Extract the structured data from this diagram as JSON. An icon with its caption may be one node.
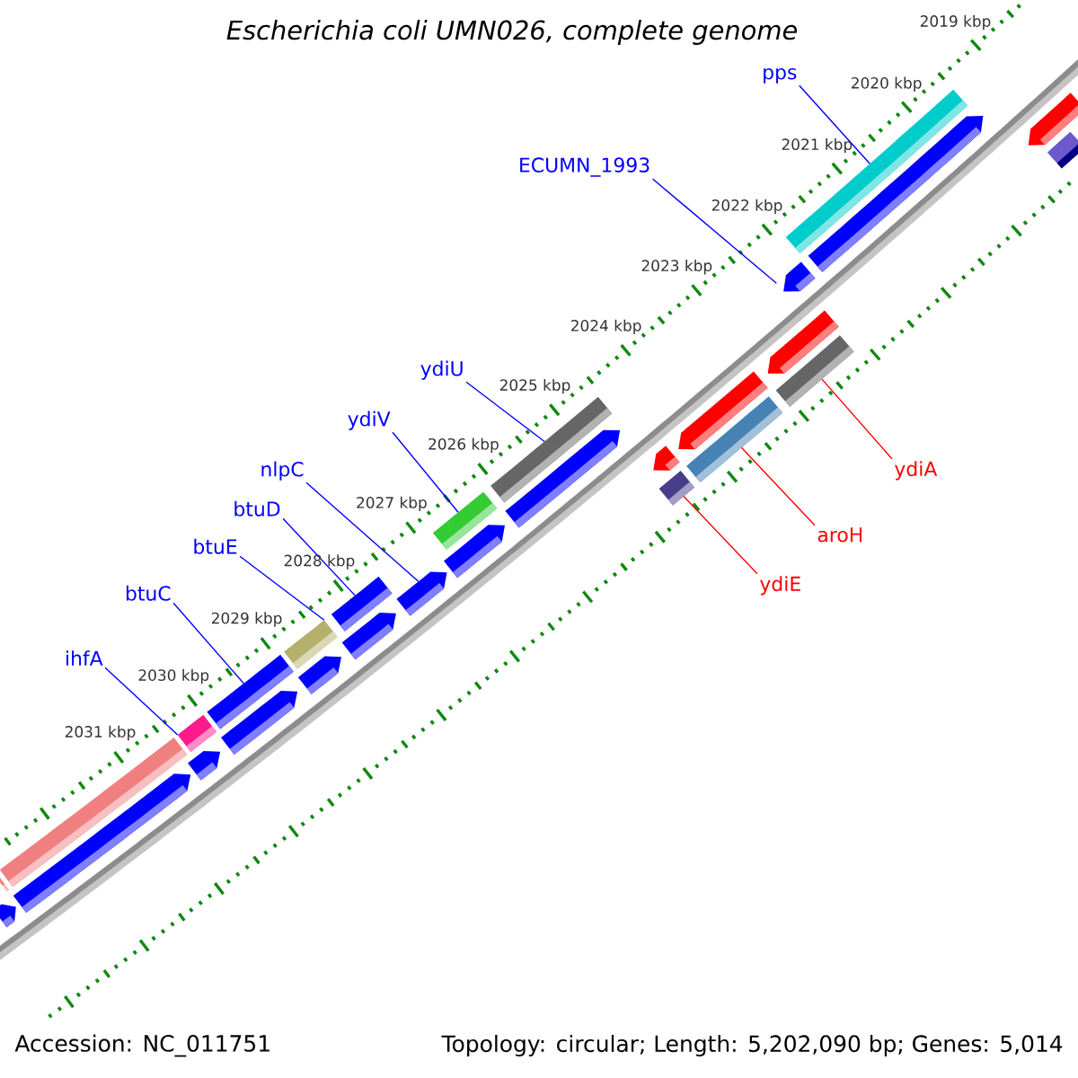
{
  "diagram": {
    "title": "Escherichia coli UMN026, complete genome",
    "nodes": [
      {
        "text": [
          "pps"
        ]
      },
      {
        "text": [
          "ECUMN_1993"
        ]
      },
      {
        "text": [
          "ydiU"
        ]
      },
      {
        "text": [
          "ydiV"
        ]
      },
      {
        "text": [
          "nlpC"
        ]
      },
      {
        "text": [
          "ydiA"
        ]
      },
      {
        "text": [
          "btuD"
        ]
      },
      {
        "text": [
          "aroH"
        ]
      },
      {
        "text": [
          "btuE"
        ]
      },
      {
        "text": [
          "ydiE"
        ]
      },
      {
        "text": [
          "btuC"
        ]
      },
      {
        "text": [
          "ihfA"
        ]
      },
      {
        "text": [],
        "shape": "bar"
      },
      {
        "text": [],
        "shape": "bar"
      },
      {
        "text": [],
        "shape": "bar"
      },
      {
        "text": [],
        "shape": "bar"
      },
      {
        "text": [],
        "shape": "bar"
      },
      {
        "text": [],
        "shape": "bar"
      },
      {
        "text": [],
        "shape": "bar"
      },
      {
        "text": [],
        "shape": "bar"
      },
      {
        "text": [],
        "shape": "bar"
      },
      {
        "text": [],
        "shape": "bar"
      },
      {
        "text": [],
        "shape": "bar"
      },
      {
        "text": [],
        "shape": "bar"
      },
      {
        "text": [],
        "shape": "bar"
      },
      {
        "text": [],
        "shape": "bar"
      },
      {
        "text": [],
        "shape": "bar"
      },
      {
        "text": [],
        "shape": "bar"
      },
      {
        "text": [],
        "shape": "bar"
      },
      {
        "text": [],
        "shape": "bar"
      },
      {
        "text": [],
        "shape": "bar"
      },
      {
        "text": [],
        "shape": "bar"
      },
      {
        "text": [],
        "shape": "bar"
      },
      {
        "text": [],
        "shape": "bar"
      },
      {
        "text": [],
        "shape": "bar"
      },
      {
        "text": [],
        "shape": "bar"
      },
      {
        "text": [],
        "shape": "bar"
      },
      {
        "text": [],
        "shape": "bar"
      },
      {
        "text": [],
        "shape": "bar"
      },
      {
        "text": [],
        "shape": "bar"
      }
    ],
    "edges": [
      {
        "from": 0,
        "to": 14,
        "arrow": "none"
      },
      {
        "from": 1,
        "to": 16,
        "arrow": "none"
      },
      {
        "from": 2,
        "to": 23,
        "arrow": "none"
      },
      {
        "from": 3,
        "to": 25,
        "arrow": "none"
      },
      {
        "from": 4,
        "to": 27,
        "arrow": "none"
      },
      {
        "from": 5,
        "to": 18,
        "arrow": "none",
        "color": "#ff0000"
      },
      {
        "from": 6,
        "to": 28,
        "arrow": "none"
      },
      {
        "from": 7,
        "to": 20,
        "arrow": "none",
        "color": "#ff0000"
      },
      {
        "from": 8,
        "to": 30,
        "arrow": "none"
      },
      {
        "from": 9,
        "to": 22,
        "arrow": "none",
        "color": "#ff0000"
      },
      {
        "from": 10,
        "to": 32,
        "arrow": "none"
      },
      {
        "from": 11,
        "to": 34,
        "arrow": "none"
      }
    ],
    "labels": [
      "2019 kbp",
      "2020 kbp",
      "2021 kbp",
      "2022 kbp",
      "2023 kbp",
      "2024 kbp",
      "2025 kbp",
      "2026 kbp",
      "2027 kbp",
      "2028 kbp",
      "2029 kbp",
      "2030 kbp",
      "2031 kbp",
      "Accession: NC_011751",
      "Topology: circular; Length: 5,202,090 bp; Genes: 5,014"
    ]
  }
}
